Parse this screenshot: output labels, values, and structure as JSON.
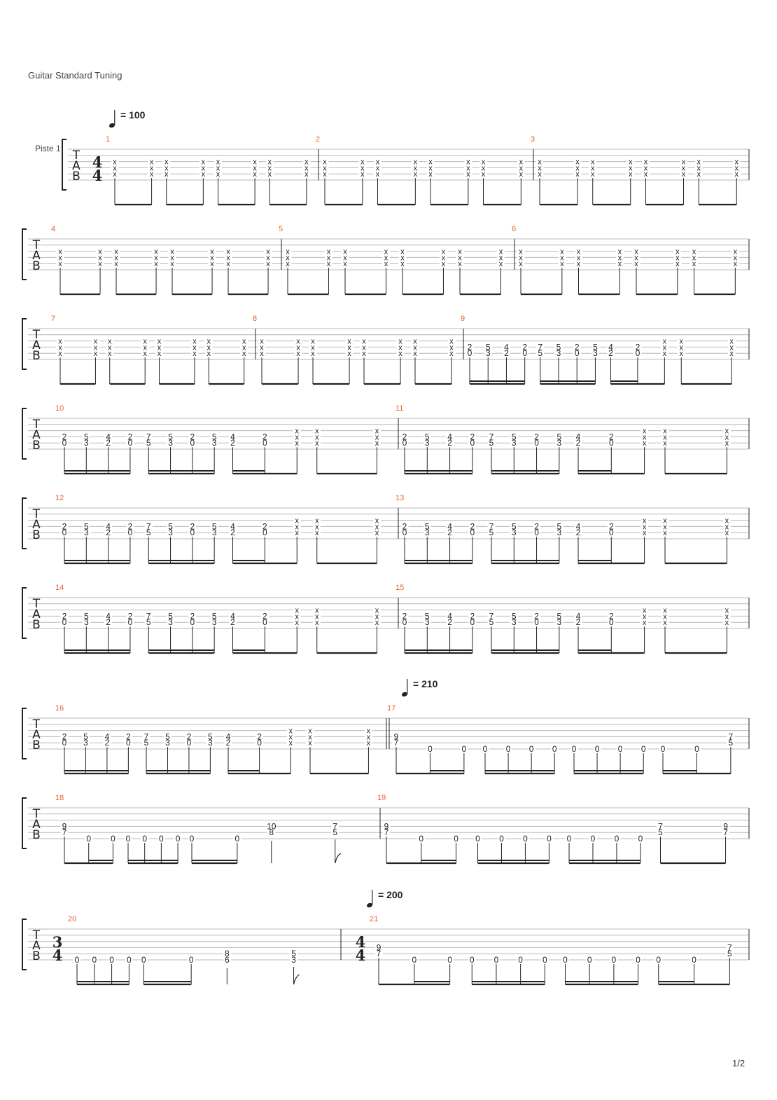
{
  "header": {
    "tuning": "Guitar Standard Tuning",
    "track_name": "Piste 1",
    "page_number": "1/2"
  },
  "clef": [
    "T",
    "A",
    "B"
  ],
  "time_signatures": {
    "1": "4/4",
    "20": "3/4",
    "21": "4/4"
  },
  "tempo_marks": [
    {
      "measure": 1,
      "bpm": "100"
    },
    {
      "measure": 17,
      "bpm": "210"
    },
    {
      "measure": 21,
      "bpm": "200"
    }
  ],
  "patterns": {
    "mute8": {
      "groups": [
        [
          {
            "n": [
              [
                "x",
                3
              ],
              [
                "x",
                4
              ],
              [
                "x",
                5
              ]
            ]
          },
          {
            "n": [
              [
                "x",
                3
              ],
              [
                "x",
                4
              ],
              [
                "x",
                5
              ]
            ]
          }
        ],
        [
          {
            "n": [
              [
                "x",
                3
              ],
              [
                "x",
                4
              ],
              [
                "x",
                5
              ]
            ]
          },
          {
            "n": [
              [
                "x",
                3
              ],
              [
                "x",
                4
              ],
              [
                "x",
                5
              ]
            ]
          }
        ],
        [
          {
            "n": [
              [
                "x",
                3
              ],
              [
                "x",
                4
              ],
              [
                "x",
                5
              ]
            ]
          },
          {
            "n": [
              [
                "x",
                3
              ],
              [
                "x",
                4
              ],
              [
                "x",
                5
              ]
            ]
          }
        ],
        [
          {
            "n": [
              [
                "x",
                3
              ],
              [
                "x",
                4
              ],
              [
                "x",
                5
              ]
            ]
          },
          {
            "n": [
              [
                "x",
                3
              ],
              [
                "x",
                4
              ],
              [
                "x",
                5
              ]
            ]
          }
        ]
      ]
    },
    "riff": {
      "groups": [
        [
          {
            "d": 16,
            "n": [
              [
                "2",
                4
              ],
              [
                "0",
                5
              ]
            ]
          },
          {
            "d": 16,
            "n": [
              [
                "5",
                4
              ],
              [
                "3",
                5
              ]
            ]
          },
          {
            "d": 16,
            "n": [
              [
                "4",
                4
              ],
              [
                "2",
                5
              ]
            ]
          },
          {
            "d": 16,
            "n": [
              [
                "2",
                4
              ],
              [
                "0",
                5
              ]
            ]
          }
        ],
        [
          {
            "d": 16,
            "n": [
              [
                "7",
                4
              ],
              [
                "5",
                5
              ]
            ]
          },
          {
            "d": 16,
            "n": [
              [
                "5",
                4
              ],
              [
                "3",
                5
              ]
            ]
          },
          {
            "d": 16,
            "n": [
              [
                "2",
                4
              ],
              [
                "0",
                5
              ]
            ]
          },
          {
            "d": 16,
            "n": [
              [
                "5",
                4
              ],
              [
                "3",
                5
              ]
            ]
          }
        ],
        [
          {
            "d": 16,
            "n": [
              [
                "4",
                4
              ],
              [
                "2",
                5
              ]
            ]
          },
          {
            "d": 16,
            "n": [
              [
                "2",
                4
              ],
              [
                "0",
                5
              ]
            ]
          },
          {
            "n": [
              [
                "x",
                3
              ],
              [
                "x",
                4
              ],
              [
                "x",
                5
              ]
            ]
          }
        ],
        [
          {
            "n": [
              [
                "x",
                3
              ],
              [
                "x",
                4
              ],
              [
                "x",
                5
              ]
            ]
          },
          {
            "n": [
              [
                "x",
                3
              ],
              [
                "x",
                4
              ],
              [
                "x",
                5
              ]
            ]
          }
        ]
      ]
    },
    "m17": {
      "groups": [
        [
          {
            "n": [
              [
                "9",
                4
              ],
              [
                "7",
                5
              ]
            ]
          },
          {
            "d": 16,
            "n": [
              [
                "0",
                6
              ]
            ]
          },
          {
            "d": 16,
            "n": [
              [
                "0",
                6
              ]
            ]
          }
        ],
        [
          {
            "d": 16,
            "n": [
              [
                "0",
                6
              ]
            ]
          },
          {
            "d": 16,
            "n": [
              [
                "0",
                6
              ]
            ]
          },
          {
            "d": 16,
            "n": [
              [
                "0",
                6
              ]
            ]
          },
          {
            "d": 16,
            "n": [
              [
                "0",
                6
              ]
            ]
          }
        ],
        [
          {
            "d": 16,
            "n": [
              [
                "0",
                6
              ]
            ]
          },
          {
            "d": 16,
            "n": [
              [
                "0",
                6
              ]
            ]
          },
          {
            "d": 16,
            "n": [
              [
                "0",
                6
              ]
            ]
          },
          {
            "d": 16,
            "n": [
              [
                "0",
                6
              ]
            ]
          }
        ],
        [
          {
            "d": 16,
            "n": [
              [
                "0",
                6
              ]
            ]
          },
          {
            "d": 16,
            "n": [
              [
                "0",
                6
              ]
            ]
          },
          {
            "n": [
              [
                "7",
                4
              ],
              [
                "5",
                5
              ]
            ]
          }
        ]
      ]
    },
    "m18": {
      "groups": [
        [
          {
            "n": [
              [
                "9",
                4
              ],
              [
                "7",
                5
              ]
            ]
          },
          {
            "d": 16,
            "n": [
              [
                "0",
                6
              ]
            ]
          },
          {
            "d": 16,
            "n": [
              [
                "0",
                6
              ]
            ]
          }
        ],
        [
          {
            "d": 16,
            "n": [
              [
                "0",
                6
              ]
            ]
          },
          {
            "d": 16,
            "n": [
              [
                "0",
                6
              ]
            ]
          },
          {
            "d": 16,
            "n": [
              [
                "0",
                6
              ]
            ]
          },
          {
            "d": 16,
            "n": [
              [
                "0",
                6
              ]
            ]
          }
        ],
        [
          {
            "d": 16,
            "n": [
              [
                "0",
                6
              ]
            ]
          },
          {
            "d": 16,
            "n": [
              [
                "0",
                6
              ]
            ]
          }
        ],
        [
          {
            "solo": "q",
            "n": [
              [
                "10",
                4
              ],
              [
                "8",
                5
              ]
            ]
          }
        ],
        [
          {
            "solo": "e",
            "n": [
              [
                "7",
                4
              ],
              [
                "5",
                5
              ]
            ]
          }
        ]
      ]
    },
    "m19": {
      "groups": [
        [
          {
            "n": [
              [
                "9",
                4
              ],
              [
                "7",
                5
              ]
            ]
          },
          {
            "d": 16,
            "n": [
              [
                "0",
                6
              ]
            ]
          },
          {
            "d": 16,
            "n": [
              [
                "0",
                6
              ]
            ]
          }
        ],
        [
          {
            "d": 16,
            "n": [
              [
                "0",
                6
              ]
            ]
          },
          {
            "d": 16,
            "n": [
              [
                "0",
                6
              ]
            ]
          },
          {
            "d": 16,
            "n": [
              [
                "0",
                6
              ]
            ]
          },
          {
            "d": 16,
            "n": [
              [
                "0",
                6
              ]
            ]
          }
        ],
        [
          {
            "d": 16,
            "n": [
              [
                "0",
                6
              ]
            ]
          },
          {
            "d": 16,
            "n": [
              [
                "0",
                6
              ]
            ]
          },
          {
            "d": 16,
            "n": [
              [
                "0",
                6
              ]
            ]
          },
          {
            "d": 16,
            "n": [
              [
                "0",
                6
              ]
            ]
          }
        ],
        [
          {
            "n": [
              [
                "7",
                4
              ],
              [
                "5",
                5
              ]
            ]
          },
          {
            "n": [
              [
                "9",
                4
              ],
              [
                "7",
                5
              ]
            ]
          }
        ]
      ]
    },
    "m20": {
      "groups": [
        [
          {
            "d": 16,
            "n": [
              [
                "0",
                6
              ]
            ]
          },
          {
            "d": 16,
            "n": [
              [
                "0",
                6
              ]
            ]
          },
          {
            "d": 16,
            "n": [
              [
                "0",
                6
              ]
            ]
          },
          {
            "d": 16,
            "n": [
              [
                "0",
                6
              ]
            ]
          }
        ],
        [
          {
            "d": 16,
            "n": [
              [
                "0",
                6
              ]
            ]
          },
          {
            "d": 16,
            "n": [
              [
                "0",
                6
              ]
            ]
          }
        ],
        [
          {
            "solo": "q",
            "n": [
              [
                "8",
                5
              ],
              [
                "6",
                6
              ]
            ]
          }
        ],
        [
          {
            "solo": "e",
            "n": [
              [
                "5",
                5
              ],
              [
                "3",
                6
              ]
            ]
          }
        ]
      ]
    }
  },
  "measures": [
    {
      "number": "1",
      "pattern": "mute8"
    },
    {
      "number": "2",
      "pattern": "mute8"
    },
    {
      "number": "3",
      "pattern": "mute8"
    },
    {
      "number": "4",
      "pattern": "mute8"
    },
    {
      "number": "5",
      "pattern": "mute8"
    },
    {
      "number": "6",
      "pattern": "mute8"
    },
    {
      "number": "7",
      "pattern": "mute8"
    },
    {
      "number": "8",
      "pattern": "mute8"
    },
    {
      "number": "9",
      "pattern": "riff"
    },
    {
      "number": "10",
      "pattern": "riff"
    },
    {
      "number": "11",
      "pattern": "riff"
    },
    {
      "number": "12",
      "pattern": "riff"
    },
    {
      "number": "13",
      "pattern": "riff"
    },
    {
      "number": "14",
      "pattern": "riff"
    },
    {
      "number": "15",
      "pattern": "riff"
    },
    {
      "number": "16",
      "pattern": "riff"
    },
    {
      "number": "17",
      "pattern": "m17"
    },
    {
      "number": "18",
      "pattern": "m18"
    },
    {
      "number": "19",
      "pattern": "m19"
    },
    {
      "number": "20",
      "pattern": "m20"
    },
    {
      "number": "21",
      "pattern": "m17"
    }
  ],
  "colors": {
    "measure_number": "#e8622c",
    "staff_line": "#b8b8b8",
    "ink": "#222222"
  }
}
